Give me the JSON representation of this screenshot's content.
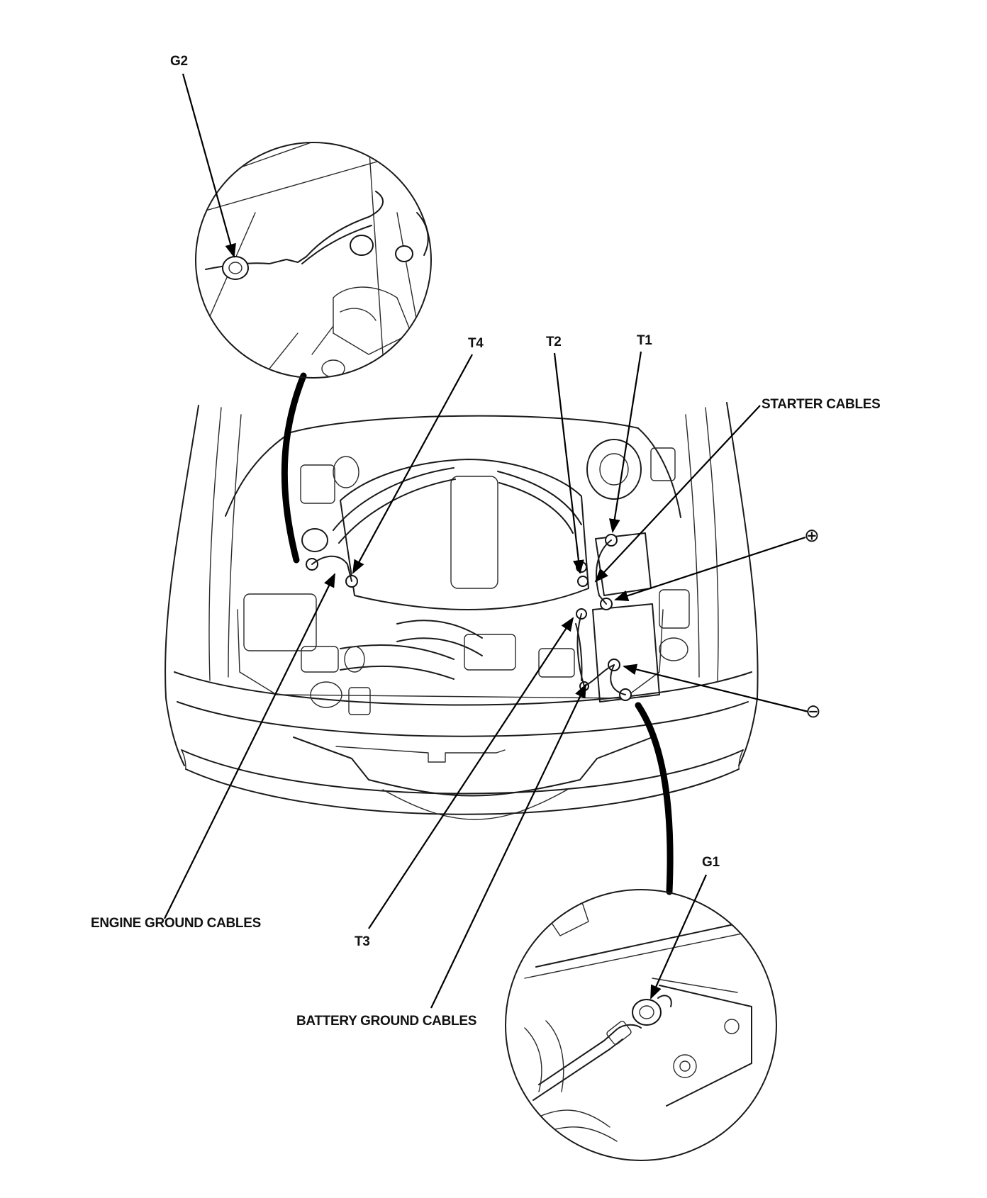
{
  "labels": {
    "g2": "G2",
    "g1": "G1",
    "t1": "T1",
    "t2": "T2",
    "t3": "T3",
    "t4": "T4",
    "starter_cables": "STARTER CABLES",
    "engine_ground_cables": "ENGINE GROUND CABLES",
    "battery_ground_cables": "BATTERY GROUND CABLES",
    "positive_terminal": "⊕",
    "negative_terminal": "⊖"
  }
}
